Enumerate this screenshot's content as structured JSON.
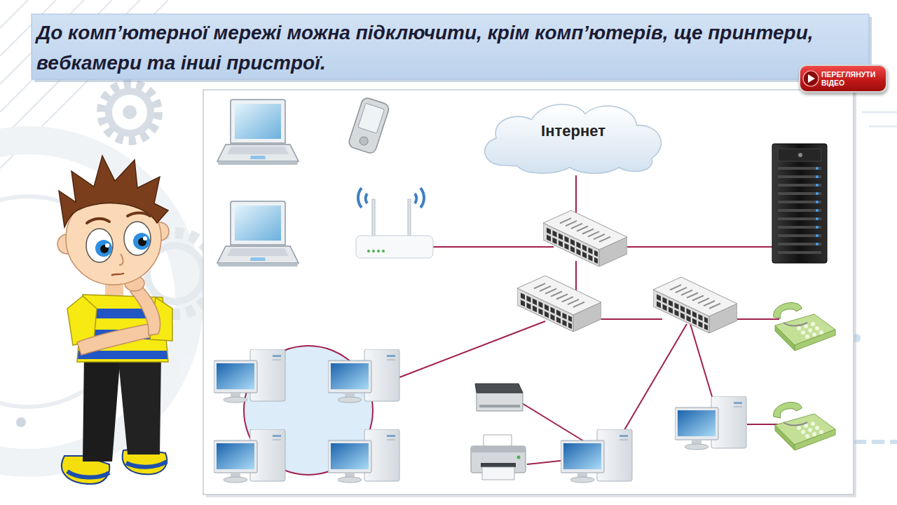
{
  "diagram": {
    "title": "До комп’ютерної мережі можна підключити, крім комп’ютерів, ще принтери, вебкамери та інші пристрої.",
    "nodes": [
      {
        "text": [
          "ПЕРЕГЛЯНУТИ ВІДЕО"
        ]
      },
      {
        "text": [
          "Інтернет"
        ]
      }
    ]
  }
}
